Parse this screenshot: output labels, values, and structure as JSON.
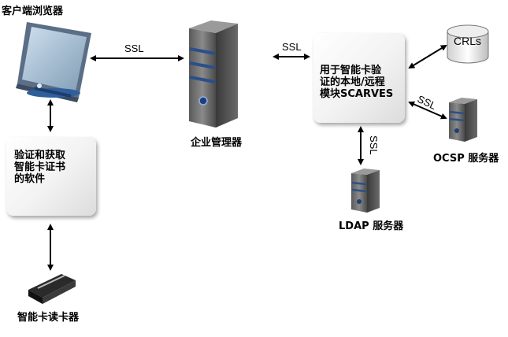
{
  "labels": {
    "client_browser": "客户端浏览器",
    "enterprise_manager": "企业管理器",
    "card_reader": "智能卡读卡器",
    "ldap_server": "LDAP 服务器",
    "ocsp_server": "OCSP 服务器",
    "crls": "CRLs"
  },
  "boxes": {
    "verify_software": [
      "验证和获取",
      "智能卡证书",
      "的软件"
    ],
    "remote_module": [
      "用于智能卡验",
      "证的本地/远程",
      "模块SCARVES"
    ]
  },
  "connections": {
    "ssl_browser_manager": "SSL",
    "ssl_manager_module": "SSL",
    "ssl_module_ldap": "SSL",
    "ssl_module_ocsp": "SSL"
  }
}
